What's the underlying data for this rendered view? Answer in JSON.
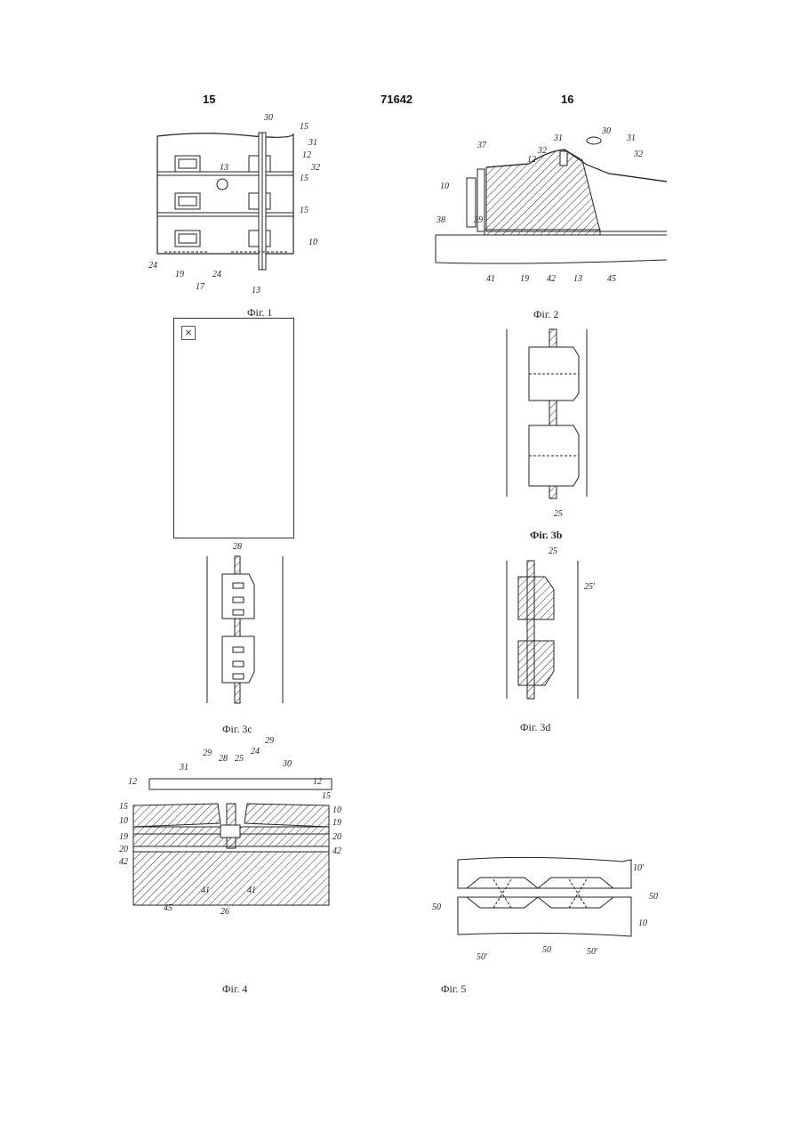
{
  "header": {
    "left_page": "15",
    "patent_number": "71642",
    "right_page": "16"
  },
  "figures": {
    "fig1": {
      "caption": "Фіг. 1",
      "labels": [
        "30",
        "15",
        "31",
        "12",
        "13",
        "32",
        "15",
        "15",
        "10",
        "24",
        "19",
        "17",
        "24",
        "13"
      ]
    },
    "fig2": {
      "caption": "Фіг. 2",
      "labels": [
        "30",
        "31",
        "31",
        "37",
        "32",
        "12",
        "32",
        "10",
        "38",
        "39",
        "41",
        "19",
        "42",
        "13",
        "45"
      ]
    },
    "fig3a": {
      "caption": "",
      "image_missing_icon": "broken-image-icon"
    },
    "fig3b": {
      "caption": "Фіг. 3b",
      "labels": [
        "25"
      ]
    },
    "fig3c": {
      "caption": "Фіг. 3c",
      "labels": [
        "28"
      ]
    },
    "fig3d": {
      "caption": "Фіг. 3d",
      "labels": [
        "25",
        "25'"
      ]
    },
    "fig4": {
      "caption": "Фіг. 4",
      "labels": [
        "29",
        "24",
        "28",
        "25",
        "29",
        "31",
        "30",
        "12",
        "12",
        "15",
        "15",
        "10",
        "10",
        "19",
        "19",
        "20",
        "20",
        "42",
        "42",
        "45",
        "41",
        "41",
        "26"
      ]
    },
    "fig5": {
      "caption": "Фіг. 5",
      "labels": [
        "10'",
        "50",
        "50",
        "10",
        "50'",
        "50",
        "50'"
      ]
    }
  }
}
